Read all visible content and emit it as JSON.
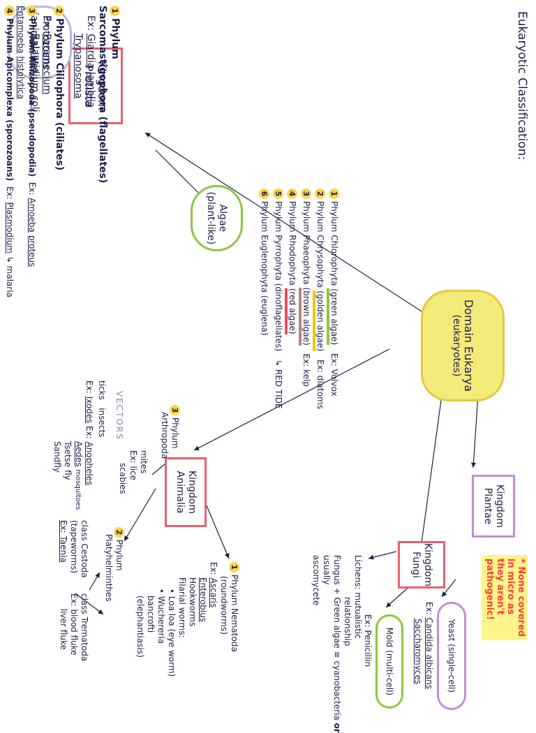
{
  "title": "Eukaryotic Classification:",
  "colors": {
    "ink": "#1d1d4a",
    "pink": "#e8606e",
    "green": "#8dc63f",
    "purple": "#c58cd6",
    "yellow": "#ffd64a",
    "cloud": "#f4ea7a",
    "note": "#ff3b3b"
  },
  "domain": {
    "line1": "Domain Eukarya",
    "line2": "(eukaryotes)"
  },
  "protista": {
    "box_line1": "Kingdom",
    "box_line2": "Protista",
    "protozoans": {
      "line1": "Protozoans",
      "line2": "(animal-like)"
    },
    "phyla": [
      {
        "num": "1",
        "name": "Phylum",
        "name2": "Sarcomastigophora (flagellates)",
        "ex_prefix": "Ex:",
        "ex1": "Giardia",
        "ex1b": "lamblia",
        "ex2": "Trypanosoma"
      },
      {
        "num": "2",
        "name": "Phylum Ciliophora (ciliates)",
        "ex_prefix": "Ex:",
        "ex1": "Paramecium",
        "ex2": "Balantidium",
        "ex2b": "coli"
      },
      {
        "num": "3",
        "name": "Phylum Rhizopoda (pseudopodia)",
        "ex_prefix": "Ex:",
        "ex1": "Amoeba",
        "ex1b": "proteus",
        "ex2": "Entamoeba",
        "ex2b": "histolytica"
      },
      {
        "num": "4",
        "name": "Phylum Apicomplexa (sporozoans)",
        "ex_prefix": "Ex:",
        "ex1": "Plasmodium",
        "note": "↳ malaria"
      }
    ],
    "algae": {
      "line1": "Algae",
      "line2": "(plant-like)"
    },
    "algae_phyla": [
      {
        "num": "1",
        "text": "Phylum Chlorophyta",
        "hl": "(green algae)",
        "ex": "Ex: Volvox"
      },
      {
        "num": "2",
        "text": "Phylum Chrysophyta",
        "hl": "(golden algae)",
        "ex": "Ex: diatoms"
      },
      {
        "num": "3",
        "text": "Phylum Phaeophyta",
        "hl": "(brown algae)",
        "ex": "Ex: kelp"
      },
      {
        "num": "4",
        "text": "Phylum Rhodophyta",
        "hl": "(red algae)"
      },
      {
        "num": "5",
        "text": "Phylum Pyrrophyta (dinoflagellates)",
        "ex": "↳ RED TIDE"
      },
      {
        "num": "6",
        "text": "Phylum Euglenophyta (euglena)"
      }
    ]
  },
  "plantae": {
    "line1": "Kingdom",
    "line2": "Plantae"
  },
  "note": {
    "line1": "* None covered",
    "line2": "in micro as",
    "line3": "they aren't",
    "line4": "pathogenic!"
  },
  "fungi": {
    "box_line1": "Kingdom",
    "box_line2": "Fungi",
    "yeast": "Yeast (single-cell)",
    "yeast_ex_prefix": "Ex:",
    "yeast_ex1": "Candida albicans",
    "yeast_ex2": "Saccharomyces",
    "mold": "Mold (multi-cell)",
    "mold_ex": "Ex: Penicillin",
    "lichens_line1": "Lichens: mutualistic",
    "lichens_line2": "relationship",
    "lichens_line3": "Fungus + Green algae ≡ cyanobacteria",
    "lichens_line4": "usually",
    "lichens_line5": "ascomycete",
    "lichens_or": "or"
  },
  "animalia": {
    "box_line1": "Kingdom",
    "box_line2": "Animalia",
    "nematoda": {
      "num": "1",
      "line1": "Phylum Nematoda",
      "line2": "(roundworms)",
      "ex_prefix": "Ex:",
      "items": [
        "Ascaris",
        "Enterobius",
        "Hookworms",
        "Filarial worms:",
        "• Loa loa (eye worm)",
        "• Wuchereria",
        "bancrofti",
        "(elephantiasis)"
      ]
    },
    "platy": {
      "num": "2",
      "line1": "Phylum",
      "line2": "Platyhelminthes",
      "cestoda": "class Cestoda",
      "cestoda2": "(tapeworms)",
      "cestoda_ex": "Ex: Taenia",
      "trema": "class Trematoda",
      "trema_ex1": "Ex: blood fluke",
      "trema_ex2": "liver fluke"
    },
    "arthro": {
      "num": "3",
      "line1": "Phylum",
      "line2": "Arthropoda",
      "vectors": "VECTORS",
      "mites": "mites",
      "mites_ex1": "Ex: lice",
      "mites_ex2": "scabies",
      "insects": "insects",
      "ticks": "ticks",
      "ex_ixodes_prefix": "Ex:",
      "ex_ixodes": "Ixodes",
      "insect_ex_prefix": "Ex:",
      "insect_ex1": "Anopheles",
      "insect_ex2": "Aedes",
      "mosq": "mosquitoes",
      "insect_ex3": "Tsetse fly",
      "insect_ex4": "Sandfly"
    }
  }
}
